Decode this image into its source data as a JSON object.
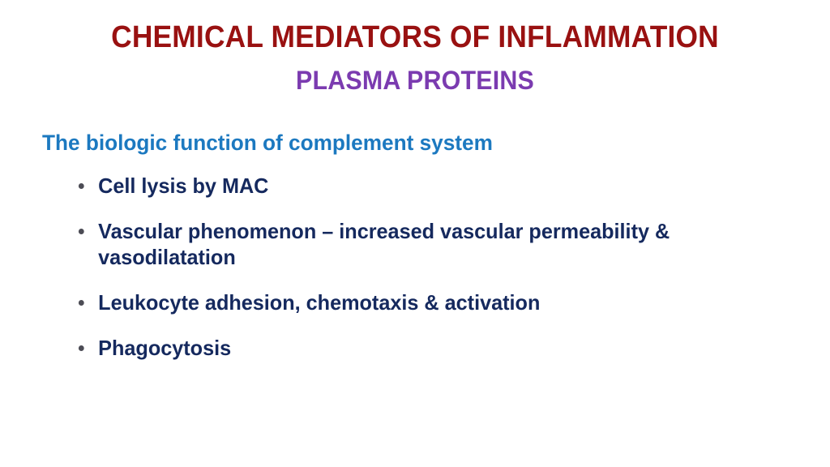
{
  "slide": {
    "title": "CHEMICAL MEDIATORS OF INFLAMMATION",
    "subtitle": "PLASMA PROTEINS",
    "section_heading": "The biologic function of complement system",
    "bullets": [
      {
        "text": "Cell lysis by MAC"
      },
      {
        "text": "Vascular phenomenon – increased vascular permeability & vasodilatation"
      },
      {
        "text": "Leukocyte adhesion, chemotaxis & activation"
      },
      {
        "text": "Phagocytosis"
      }
    ],
    "colors": {
      "background": "#ffffff",
      "title": "#991111",
      "subtitle": "#7B3BB0",
      "section_heading": "#1C79C0",
      "bullet_text": "#15295E",
      "bullet_marker": "#4C4C55"
    }
  }
}
